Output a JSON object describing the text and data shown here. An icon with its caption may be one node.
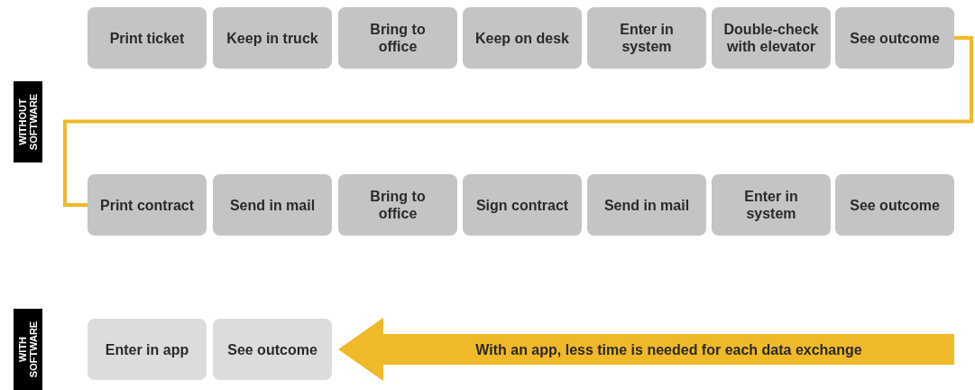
{
  "diagram": {
    "nodes": [
      {
        "text": [
          "Print ticket"
        ]
      },
      {
        "text": [
          "Keep in truck"
        ]
      },
      {
        "text": [
          "Bring to office"
        ]
      },
      {
        "text": [
          "Keep on desk"
        ]
      },
      {
        "text": [
          "Enter in system"
        ]
      },
      {
        "text": [
          "Double-check with elevator"
        ]
      },
      {
        "text": [
          "See outcome"
        ]
      },
      {
        "text": [
          "Print contract"
        ]
      },
      {
        "text": [
          "Send in mail"
        ]
      },
      {
        "text": [
          "Bring to office"
        ]
      },
      {
        "text": [
          "Sign contract"
        ]
      },
      {
        "text": [
          "Send in mail"
        ]
      },
      {
        "text": [
          "Enter in system"
        ]
      },
      {
        "text": [
          "See outcome"
        ]
      },
      {
        "text": [
          "Enter in app"
        ]
      },
      {
        "text": [
          "See outcome"
        ]
      },
      {
        "text": [
          "With an app, less time is needed for each data exchange"
        ]
      }
    ],
    "edges": [
      {
        "from": 6,
        "to": 7,
        "arrow": "none"
      }
    ],
    "labels": [
      "WITHOUT SOFTWARE",
      "WITH SOFTWARE"
    ]
  }
}
